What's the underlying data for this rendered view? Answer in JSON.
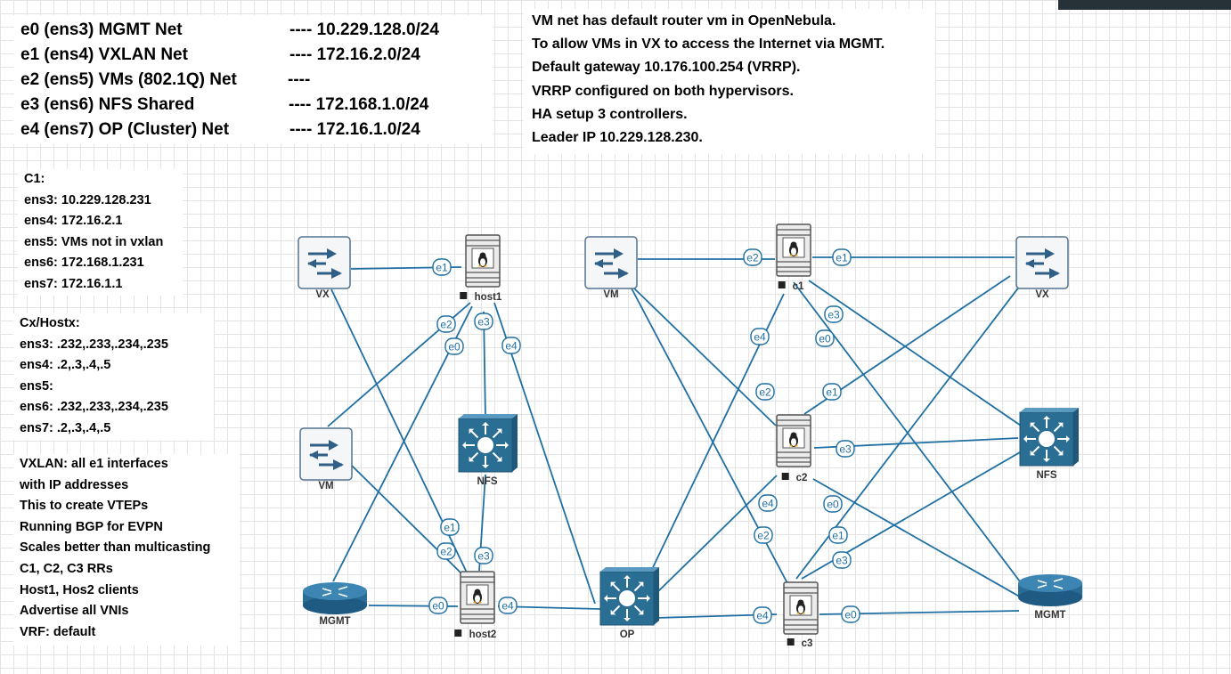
{
  "interfaces": [
    {
      "name": "e0 (ens3) MGMT Net",
      "net": "---- 10.229.128.0/24"
    },
    {
      "name": "e1 (ens4) VXLAN Net",
      "net": "---- 172.16.2.0/24"
    },
    {
      "name": "e2 (ens5) VMs (802.1Q) Net",
      "net": "----"
    },
    {
      "name": "e3 (ens6) NFS Shared",
      "net": "---- 172.168.1.0/24"
    },
    {
      "name": "e4 (ens7) OP (Cluster) Net",
      "net": "---- 172.16.1.0/24"
    }
  ],
  "info_notes": [
    "VM net has default router vm in OpenNebula.",
    "To allow VMs in VX to access the Internet via MGMT.",
    "Default gateway 10.176.100.254 (VRRP).",
    "VRRP configured on both hypervisors.",
    "HA setup 3 controllers.",
    "Leader IP 10.229.128.230."
  ],
  "c1_notes": [
    "C1:",
    "ens3: 10.229.128.231",
    "ens4: 172.16.2.1",
    "ens5: VMs not in vxlan",
    "ens6: 172.168.1.231",
    "ens7: 172.16.1.1"
  ],
  "cx_notes": [
    "Cx/Hostx:",
    "ens3: .232,.233,.234,.235",
    "ens4: .2,.3,.4,.5",
    "ens5:",
    "ens6: .232,.233,.234,.235",
    "ens7: .2,.3,.4,.5"
  ],
  "vxlan_notes": [
    "VXLAN: all e1 interfaces",
    "with IP addresses",
    "This to create VTEPs",
    "Running BGP for EVPN",
    "Scales better than multicasting",
    "C1, C2, C3 RRs",
    "Host1, Hos2 clients",
    "Advertise all VNIs",
    "VRF: default"
  ],
  "nodes": [
    {
      "id": "vx-left",
      "label": "VX",
      "kind": "switch"
    },
    {
      "id": "vm-left",
      "label": "VM",
      "kind": "switch"
    },
    {
      "id": "mgmt-left",
      "label": "MGMT",
      "kind": "router"
    },
    {
      "id": "host1",
      "label": "host1",
      "kind": "server"
    },
    {
      "id": "nfs-left",
      "label": "NFS",
      "kind": "multilayer"
    },
    {
      "id": "host2",
      "label": "host2",
      "kind": "server"
    },
    {
      "id": "op",
      "label": "OP",
      "kind": "multilayer"
    },
    {
      "id": "vm-right",
      "label": "VM",
      "kind": "switch"
    },
    {
      "id": "c1",
      "label": "c1",
      "kind": "server"
    },
    {
      "id": "c2",
      "label": "c2",
      "kind": "server"
    },
    {
      "id": "c3",
      "label": "c3",
      "kind": "server"
    },
    {
      "id": "vx-right",
      "label": "VX",
      "kind": "switch"
    },
    {
      "id": "nfs-right",
      "label": "NFS",
      "kind": "multilayer"
    },
    {
      "id": "mgmt-right",
      "label": "MGMT",
      "kind": "router"
    }
  ],
  "links": [
    {
      "from": "host1",
      "to": "vx-left",
      "port": "e1"
    },
    {
      "from": "host1",
      "to": "vm-left",
      "port": "e2"
    },
    {
      "from": "host1",
      "to": "nfs-left",
      "port": "e3"
    },
    {
      "from": "host1",
      "to": "mgmt-left",
      "port": "e0"
    },
    {
      "from": "host1",
      "to": "op",
      "port": "e4"
    },
    {
      "from": "host2",
      "to": "vx-left",
      "port": "e1"
    },
    {
      "from": "host2",
      "to": "vm-left",
      "port": "e2"
    },
    {
      "from": "host2",
      "to": "nfs-left",
      "port": "e3"
    },
    {
      "from": "host2",
      "to": "mgmt-left",
      "port": "e0"
    },
    {
      "from": "host2",
      "to": "op",
      "port": "e4"
    },
    {
      "from": "c1",
      "to": "vm-right",
      "port": "e2"
    },
    {
      "from": "c1",
      "to": "vx-right",
      "port": "e1"
    },
    {
      "from": "c1",
      "to": "nfs-right",
      "port": "e3"
    },
    {
      "from": "c1",
      "to": "mgmt-right",
      "port": "e0"
    },
    {
      "from": "c1",
      "to": "op",
      "port": "e4"
    },
    {
      "from": "c2",
      "to": "vm-right",
      "port": "e2"
    },
    {
      "from": "c2",
      "to": "vx-right",
      "port": "e1"
    },
    {
      "from": "c2",
      "to": "nfs-right",
      "port": "e3"
    },
    {
      "from": "c2",
      "to": "mgmt-right",
      "port": "e0"
    },
    {
      "from": "c2",
      "to": "op",
      "port": "e4"
    },
    {
      "from": "c3",
      "to": "vm-right",
      "port": "e2"
    },
    {
      "from": "c3",
      "to": "vx-right",
      "port": "e1"
    },
    {
      "from": "c3",
      "to": "nfs-right",
      "port": "e3"
    },
    {
      "from": "c3",
      "to": "mgmt-right",
      "port": "e0"
    },
    {
      "from": "c3",
      "to": "op",
      "port": "e4"
    }
  ],
  "colors": {
    "link": "#1f6fa3",
    "switch_fill": "#f4f6f8",
    "switch_stroke": "#54738f",
    "switch_arrow": "#2f5f86",
    "router_fill": "#2a6c96",
    "multilayer_fill": "#2b6e94",
    "server_fill": "#ececec",
    "server_stroke": "#555555",
    "label_text": "#333333"
  }
}
